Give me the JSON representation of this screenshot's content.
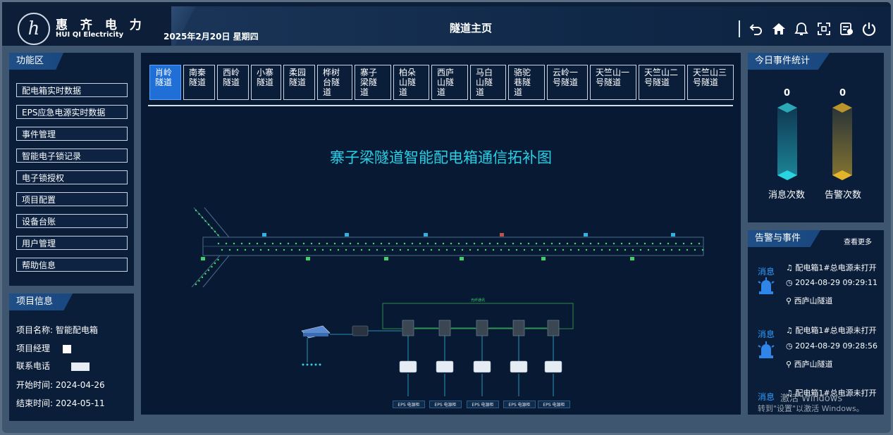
{
  "app": {
    "logo_cn": "惠 齐 电 力",
    "logo_en": "HUI QI Electricity",
    "date": "2025年2月20日 星期四",
    "page_title": "隧道主页"
  },
  "header_icons": [
    "undo-icon",
    "home-icon",
    "bell-icon",
    "fullscreen-icon",
    "report-icon",
    "power-icon"
  ],
  "function_area": {
    "title": "功能区",
    "items": [
      "配电箱实时数据",
      "EPS应急电源实时数据",
      "事件管理",
      "智能电子锁记录",
      "电子锁授权",
      "项目配置",
      "设备台账",
      "用户管理",
      "帮助信息"
    ]
  },
  "project_info": {
    "title": "项目信息",
    "name_label": "项目名称:",
    "name_value": "智能配电箱",
    "manager_label": "项目经理",
    "phone_label": "联系电话",
    "start_label": "开始时间:",
    "start_value": "2024-04-26",
    "end_label": "结束时间:",
    "end_value": "2024-05-11"
  },
  "tunnels": {
    "tabs": [
      "肖岭\n隧道",
      "南秦\n隧道",
      "西岭\n隧道",
      "小寨\n隧道",
      "柔园\n隧道",
      "桦树\n台隧\n道",
      "寨子\n梁隧\n道",
      "柏朵\n山隧\n道",
      "西庐\n山隧\n道",
      "马白\n山隧\n道",
      "骆驼\n巷隧\n道",
      "云岭一\n号隧道",
      "天竺山一\n号隧道",
      "天竺山二\n号隧道",
      "天竺山三\n号隧道"
    ],
    "active_index": 0
  },
  "topology": {
    "title": "寨子梁隧道智能配电箱通信拓补图",
    "ring_label": "光纤通讯",
    "eps_label": "EPS 电源柜",
    "eps_count": 5
  },
  "today_stats": {
    "title": "今日事件统计",
    "message_count": "0",
    "message_label": "消息次数",
    "alarm_count": "0",
    "alarm_label": "告警次数",
    "message_color": "#2ad4e0",
    "alarm_color": "#e2b52a"
  },
  "alarms": {
    "title": "告警与事件",
    "more": "查看更多",
    "items": [
      {
        "type": "消息",
        "text": "配电箱1#总电源未打开",
        "time": "2024-08-29 09:29:11",
        "location": "西庐山隧道"
      },
      {
        "type": "消息",
        "text": "配电箱1#总电源未打开",
        "time": "2024-08-29 09:28:56",
        "location": "西庐山隧道"
      },
      {
        "type": "消息",
        "text": "配电箱1#总电源未打开"
      }
    ]
  },
  "watermark": {
    "line1": "激活 Windows",
    "line2": "转到\"设置\"以激活 Windows。"
  }
}
